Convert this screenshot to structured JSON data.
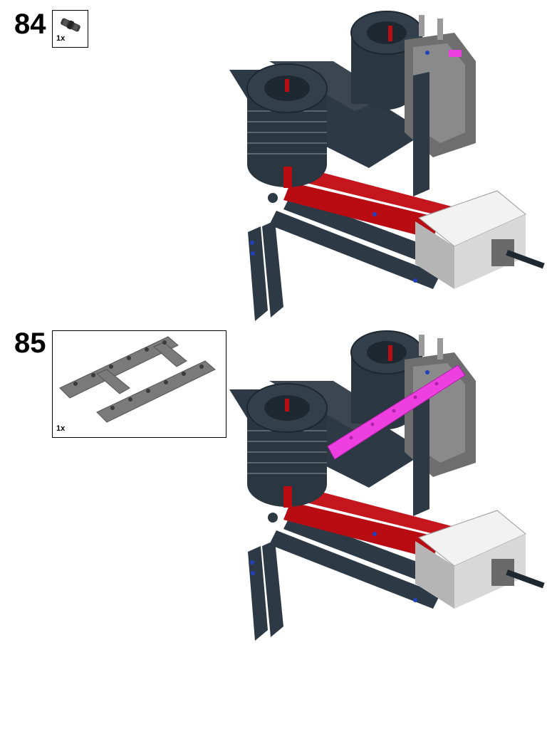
{
  "steps": [
    {
      "number": "84",
      "part_quantity": "1x",
      "part_icon": "connector-peg-icon"
    },
    {
      "number": "85",
      "part_quantity": "1x",
      "part_icon": "frame-liftarm-icon"
    }
  ],
  "colors": {
    "dark_bluish_gray": "#2d3a45",
    "light_gray": "#9a9a9a",
    "dark_red": "#b80c12",
    "magenta": "#ee40e0",
    "blue": "#2040c0",
    "white": "#f2f2f2"
  }
}
